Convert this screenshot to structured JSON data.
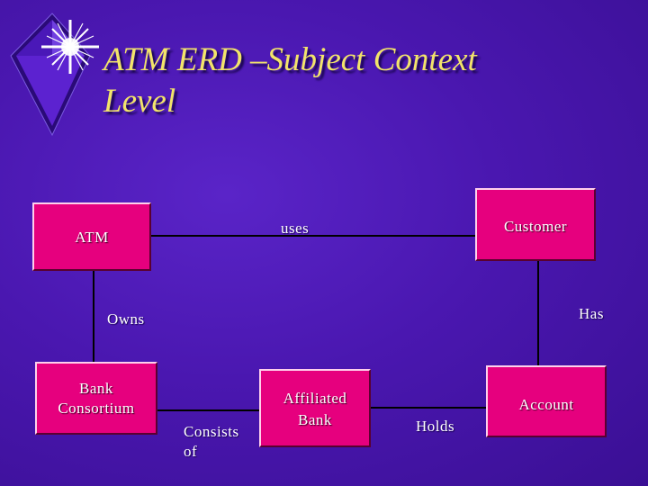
{
  "slide": {
    "title_line1": "ATM ERD –Subject Context",
    "title_line2": "Level"
  },
  "entities": {
    "atm": "ATM",
    "customer": "Customer",
    "bank_consortium_line1": "Bank",
    "bank_consortium_line2": "Consortium",
    "affiliated_bank_line1": "Affiliated",
    "affiliated_bank_line2": "Bank",
    "account": "Account"
  },
  "relationships": {
    "uses": "uses",
    "owns": "Owns",
    "has": "Has",
    "consists_of_line1": "Consists",
    "consists_of_line2": "of",
    "holds": "Holds"
  },
  "colors": {
    "background": "#4a17b0",
    "entity_fill": "#e6007e",
    "title_text": "#f2e46a",
    "label_text": "#ffffff"
  }
}
